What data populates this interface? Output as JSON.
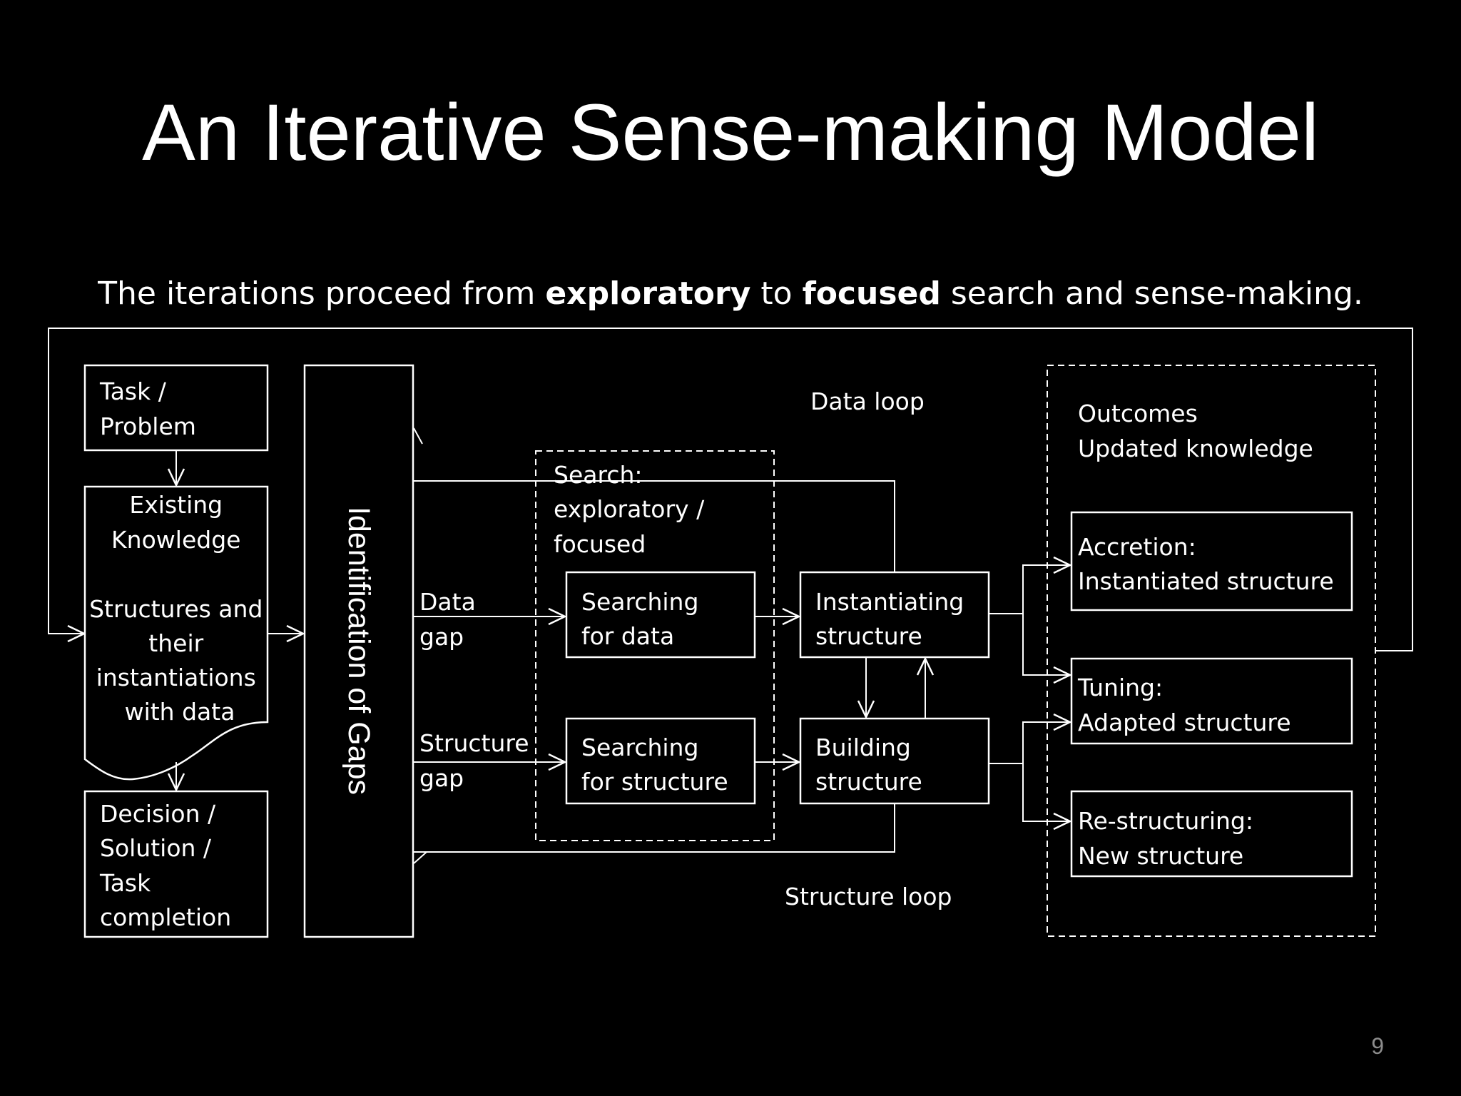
{
  "slide": {
    "title": "An Iterative Sense-making Model",
    "subtitle": {
      "part1": "The iterations proceed from ",
      "bold1": "exploratory",
      "part2": " to ",
      "bold2": "focused",
      "part3": " search and sense-making."
    },
    "page_number": "9"
  },
  "diagram": {
    "task_problem": [
      "Task /",
      "Problem"
    ],
    "existing_knowledge": [
      "Existing",
      "Knowledge",
      "",
      "Structures and",
      "their",
      "instantiations",
      "with data"
    ],
    "decision": [
      "Decision /",
      "Solution /",
      "Task",
      "completion"
    ],
    "identification_of_gaps": "Identification of Gaps",
    "data_gap": [
      "Data",
      "gap"
    ],
    "structure_gap": [
      "Structure",
      "gap"
    ],
    "search_group": [
      "Search:",
      "exploratory /",
      "focused"
    ],
    "searching_for_data": [
      "Searching",
      "for data"
    ],
    "searching_for_structure": [
      "Searching",
      "for structure"
    ],
    "instantiating_structure": [
      "Instantiating",
      "structure"
    ],
    "building_structure": [
      "Building",
      "structure"
    ],
    "data_loop": "Data loop",
    "structure_loop": "Structure loop",
    "outcomes": [
      "Outcomes",
      "Updated knowledge"
    ],
    "accretion": [
      "Accretion:",
      "Instantiated structure"
    ],
    "tuning": [
      "Tuning:",
      "Adapted structure"
    ],
    "restructuring": [
      "Re-structuring:",
      "New structure"
    ]
  }
}
